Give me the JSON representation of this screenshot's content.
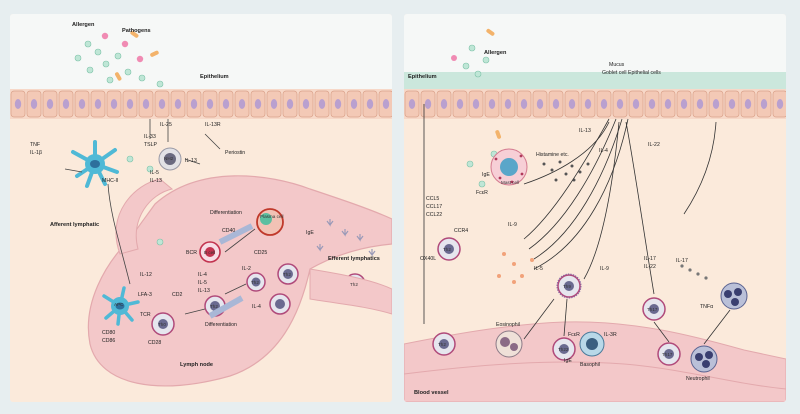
{
  "left": {
    "top": {
      "allergen": "Allergen",
      "pathogens": "Pathogens",
      "epithelium": "Epithelium"
    },
    "cytokines": {
      "tnf": "TNF",
      "il1b": "IL-1β",
      "il33": "IL-33",
      "tslp": "TSLP",
      "il25": "IL-25",
      "il5": "IL-5",
      "il13": "IL-13",
      "il13b": "IL-13",
      "il13r": "IL-13R",
      "periostin": "Periostin",
      "mhc2": "MHC-II",
      "nh2": "NH2"
    },
    "node": {
      "afferent": "Afferent lymphatic",
      "apc": "APC",
      "il12": "IL-12",
      "lfa": "LFA-3",
      "cd2": "CD2",
      "tcr": "TCR",
      "cd80": "CD80",
      "cd86": "CD86",
      "cd28": "CD28",
      "th0": "Th0",
      "bcr": "BCR",
      "bcell": "B cell",
      "cd40": "CD40",
      "plasma": "Plasma cell",
      "ige": "IgE",
      "diff1": "Differentiation",
      "diff2": "Differentiation",
      "il4": "IL-4",
      "il5": "IL-5",
      "il13": "IL-13",
      "il2": "IL-2",
      "il4b": "IL-4",
      "cd25": "CD25",
      "th2a": "Th2",
      "th2b": "Th2",
      "th2c": "Th2",
      "th2d": "Th2",
      "efferent": "Efferent lymphatics",
      "lymph": "Lymph node"
    }
  },
  "right": {
    "top": {
      "epithelium": "Epithelium",
      "allergen": "Allergen",
      "mucus": "Mucus",
      "goblet": "Goblet cell",
      "epicells": "Epithelial cells"
    },
    "labels": {
      "ccl5": "CCL5",
      "ccl17": "CCL17",
      "ccl22": "CCL22",
      "ige": "IgE",
      "fcer": "FcεR",
      "mast": "Mast cell",
      "histamine": "Histamine etc.",
      "il13": "IL-13",
      "il4": "IL-4",
      "il22": "IL-22",
      "il9": "IL-9",
      "ccr4": "CCR4",
      "ox40l": "OX40L",
      "il5": "IL-5",
      "il9b": "IL-9",
      "il17": "IL-17",
      "il22b": "IL-22",
      "il17b": "IL-17",
      "tnfa": "TNFα",
      "th2a": "Th2",
      "th2b": "Th2",
      "th9": "Th9",
      "th17": "Th17",
      "th22": "Th22",
      "th17b": "Th17",
      "eos": "Eosinophil",
      "fcer2": "FcεR",
      "il3r": "IL-3R",
      "ige2": "IgE",
      "baso": "Basophil",
      "neut": "Neutrophil",
      "vessel": "Blood vessel"
    }
  }
}
